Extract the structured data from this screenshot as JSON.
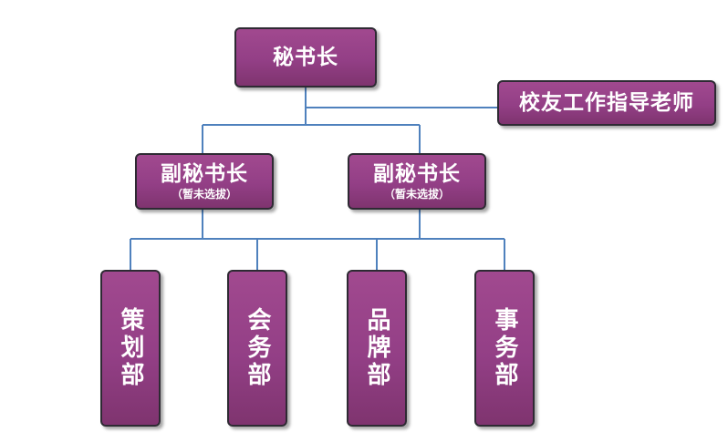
{
  "org_chart": {
    "secretary_general": {
      "label": "秘书长"
    },
    "alumni_advisor": {
      "label": "校友工作指导老师"
    },
    "deputies": [
      {
        "label": "副秘书长",
        "note": "（暂未选拔）"
      },
      {
        "label": "副秘书长",
        "note": "（暂未选拔）"
      }
    ],
    "departments": [
      {
        "label": "策划部"
      },
      {
        "label": "会务部"
      },
      {
        "label": "品牌部"
      },
      {
        "label": "事务部"
      }
    ],
    "colors": {
      "node_fill": "#933f86",
      "node_border": "#2e2a33",
      "connector": "#4f81bd",
      "text": "#ffffff"
    }
  }
}
